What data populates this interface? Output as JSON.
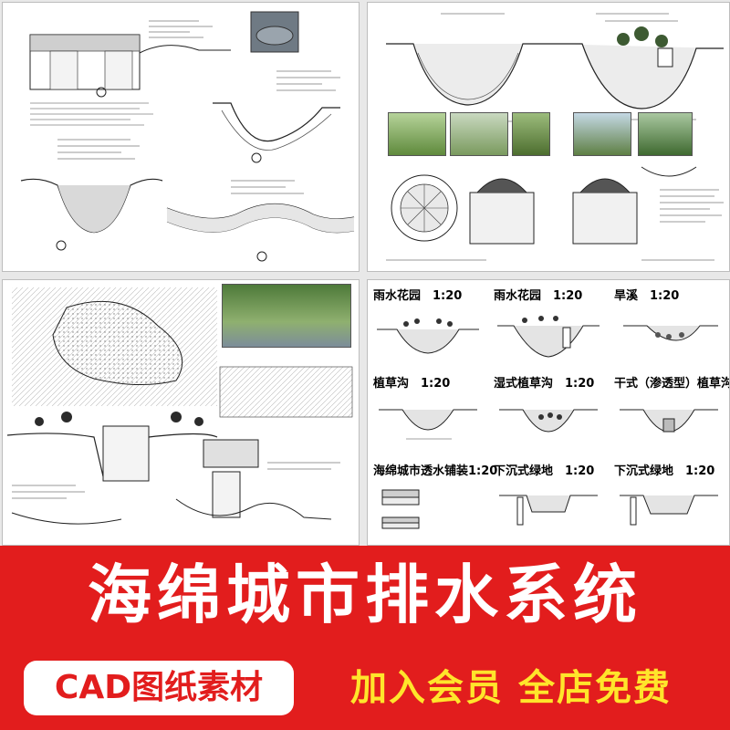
{
  "banner": {
    "title": "海绵城市排水系统",
    "badge": "CAD图纸素材",
    "promo": "加入会员 全店免费"
  },
  "catalog": {
    "cells": [
      {
        "title": "雨水花园　1:20"
      },
      {
        "title": "雨水花园　1:20"
      },
      {
        "title": "旱溪　1:20"
      },
      {
        "title": "植草沟　1:20"
      },
      {
        "title": "湿式植草沟　1:20"
      },
      {
        "title": "干式（渗透型）植草沟"
      },
      {
        "title": "海绵城市透水铺装1:20"
      },
      {
        "title": "下沉式绿地　1:20"
      },
      {
        "title": "下沉式绿地　1:20"
      }
    ]
  },
  "colors": {
    "banner_red": "#e21d1d",
    "promo_yellow": "#ffe52b",
    "badge_white": "#ffffff"
  }
}
